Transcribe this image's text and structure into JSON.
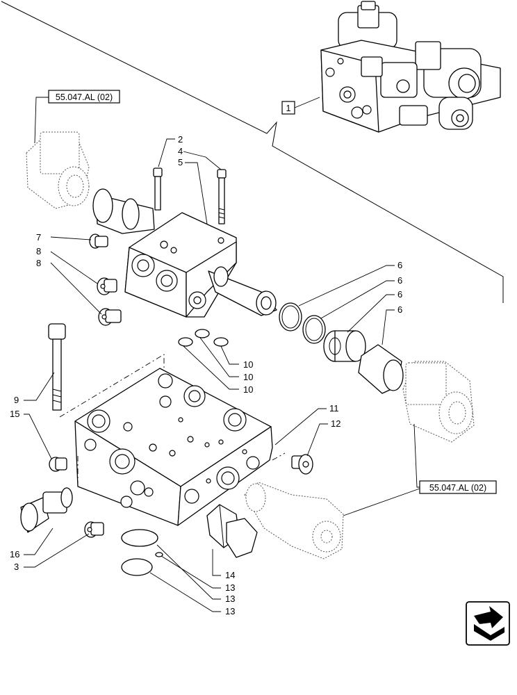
{
  "references": {
    "top": "55.047.AL (02)",
    "bottom": "55.047.AL (02)"
  },
  "assembly_callout": "1",
  "callouts": {
    "c2": "2",
    "c4": "4",
    "c5": "5",
    "c7": "7",
    "c8a": "8",
    "c8b": "8",
    "c6a": "6",
    "c6b": "6",
    "c6c": "6",
    "c6d": "6",
    "c10a": "10",
    "c10b": "10",
    "c10c": "10",
    "c9": "9",
    "c15": "15",
    "c11": "11",
    "c12": "12",
    "c16": "16",
    "c3": "3",
    "c14": "14",
    "c13a": "13",
    "c13b": "13",
    "c13c": "13"
  },
  "icons": {
    "nav": "next-page-arrow-icon"
  }
}
